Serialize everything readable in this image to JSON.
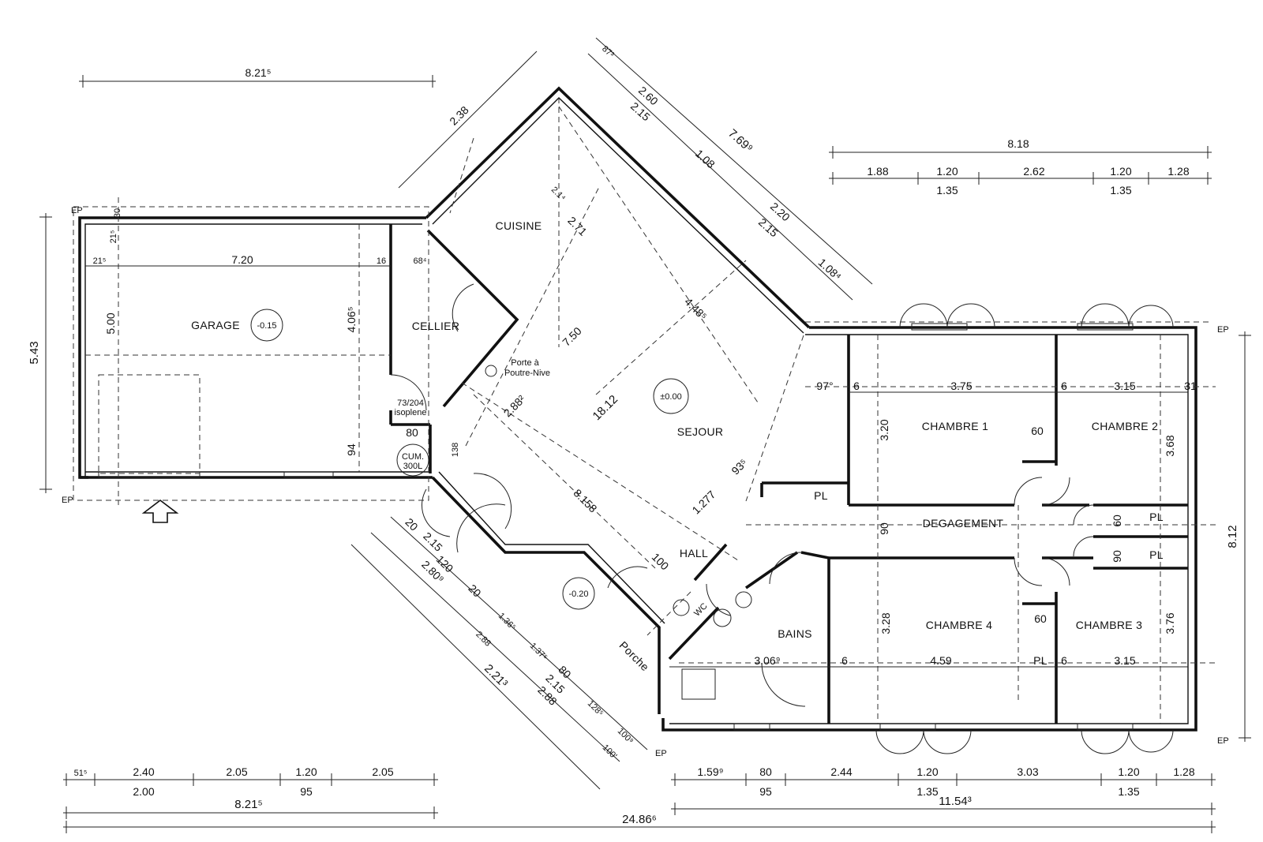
{
  "rooms": {
    "garage": "GARAGE",
    "garage_level": "-0.15",
    "cellier": "CELLIER",
    "cuisine": "CUISINE",
    "sejour": "SEJOUR",
    "sejour_level": "±0.00",
    "hall": "HALL",
    "porche": "Porche",
    "porche_level": "-0.20",
    "bains": "BAINS",
    "wc": "WC",
    "degagement": "DEGAGEMENT",
    "chambre1": "CHAMBRE 1",
    "chambre2": "CHAMBRE 2",
    "chambre3": "CHAMBRE 3",
    "chambre4": "CHAMBRE 4",
    "pl": "PL",
    "ep": "EP",
    "cumulus": "CUM.",
    "cumulus_vol": "300L",
    "door_porte": "Porte à",
    "door_poutre": "Poutre-Nive",
    "door_cellier": "73/204",
    "door_isoplane": "isoplene"
  },
  "dims": {
    "top_left": "8.21⁵",
    "top_right": "8.18",
    "top_right_parts": [
      "1.88",
      "1.20",
      "2.62",
      "1.20",
      "1.28"
    ],
    "top_right_sub": [
      "1.35",
      "1.35"
    ],
    "left_height": "5.43",
    "garage_height": "5.00",
    "garage_width": "7.20",
    "garage_inner": "4.06⁵",
    "garage_small": "94",
    "cellier_w": "68⁴",
    "wall16": "16",
    "wall21a": "21⁵",
    "wall21b": "21⁵",
    "wall30": "30",
    "wall80": "80",
    "right_height": "8.12",
    "ch1_w": "3.75",
    "ch2_w": "3.15",
    "ch1_h": "3.20",
    "ch2_h": "3.68",
    "ch4_w": "4.59",
    "ch3_w": "3.15",
    "ch4_h": "3.28",
    "ch3_h": "3.76",
    "bains_w": "3.06⁹",
    "angle": "97°",
    "deg_w": "90",
    "pl60": "60",
    "pl90": "90",
    "v6": "6",
    "v31": "31",
    "diag_main": "18.12",
    "diag_750": "7.50",
    "diag_271": "2.71",
    "diag_448": "4.48⁵",
    "diag_288": "2.88²",
    "diag_8158": "8.158",
    "diag_1277": "1.277",
    "diag_935": "93⁵",
    "diag_100": "100",
    "diag_138": "138",
    "diag_214": "2.1⁴",
    "nw_238": "2.38",
    "ne_873": "87³",
    "ne_260": "2.60",
    "ne_215": "2.15",
    "ne_769": "7.69⁹",
    "ne_108": "1.08",
    "ne_220": "2.20",
    "ne_215b": "2.15",
    "ne_1084": "1.08⁴",
    "sw": [
      "20",
      "2.15",
      "120",
      "2.80⁹",
      "20",
      "1.36⁵",
      "2.88",
      "1.37⁵",
      "80",
      "2.15",
      "2.88",
      "128⁵",
      "100⁹",
      "100'"
    ],
    "sw_221": "2.21³",
    "bottom_left_parts": [
      "51⁵",
      "2.40",
      "2.05",
      "1.20",
      "2.05"
    ],
    "bottom_left_sub": [
      "2.00",
      "95"
    ],
    "bottom_left_total": "8.21⁵",
    "bottom_right_parts": [
      "1.59⁹",
      "80",
      "2.44",
      "1.20",
      "3.03",
      "1.20",
      "1.28"
    ],
    "bottom_right_sub": [
      "95",
      "1.35",
      "1.35"
    ],
    "bottom_right_total": "11.54³",
    "overall": "24.86⁶"
  }
}
